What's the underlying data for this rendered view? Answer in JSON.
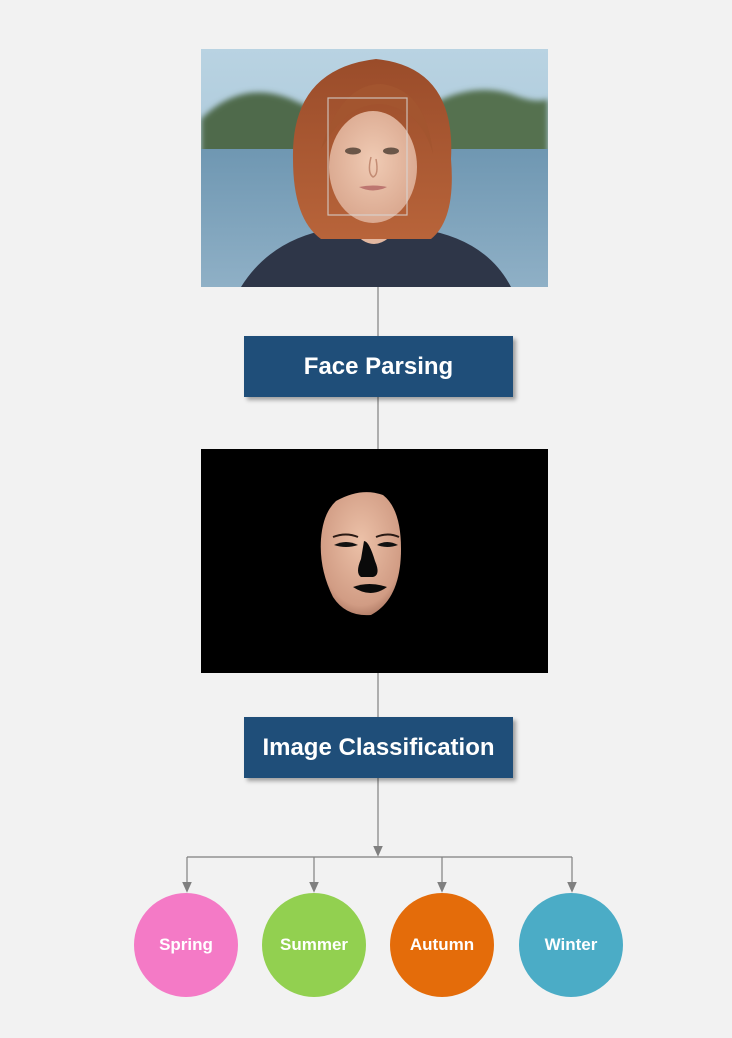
{
  "steps": {
    "face_parsing": "Face Parsing",
    "image_classification": "Image Classification"
  },
  "classes": [
    {
      "label": "Spring",
      "color": "#f47ac6"
    },
    {
      "label": "Summer",
      "color": "#92d050"
    },
    {
      "label": "Autumn",
      "color": "#e46c0a"
    },
    {
      "label": "Winter",
      "color": "#4bacc6"
    }
  ],
  "colors": {
    "step_box": "#1f4e79",
    "connector": "#808080",
    "background": "#f2f2f2"
  }
}
